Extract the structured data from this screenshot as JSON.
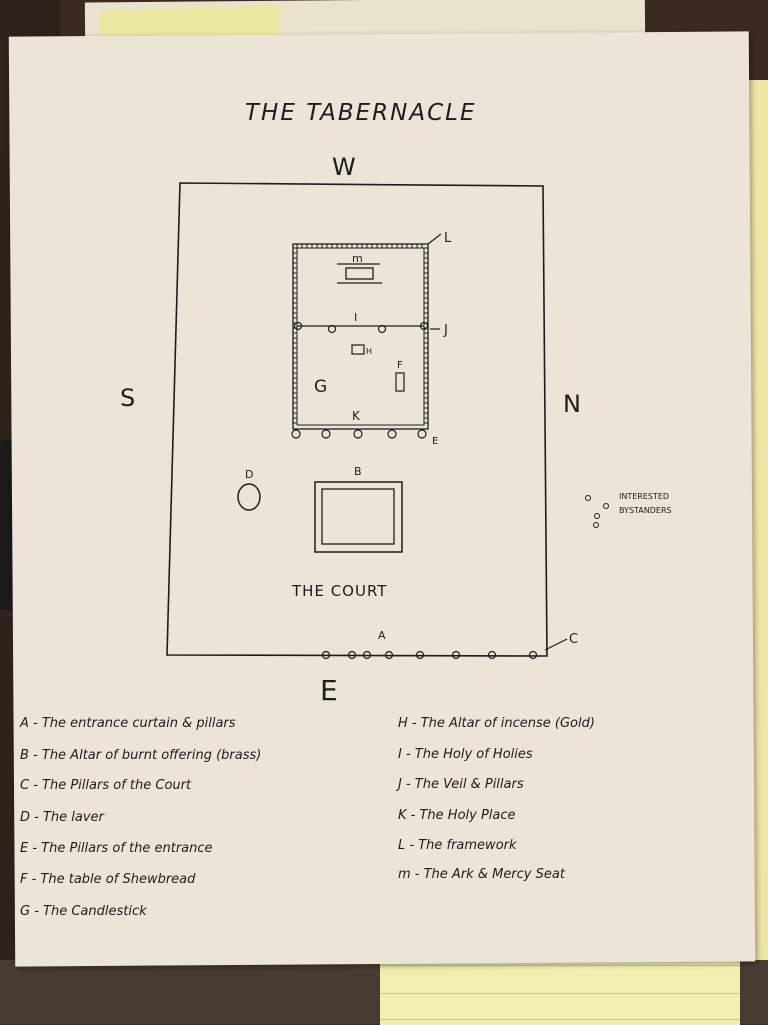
{
  "title": "THE TABERNACLE",
  "directions": {
    "west": "W",
    "south": "S",
    "north": "N",
    "east": "E"
  },
  "labels": {
    "m": "m",
    "L": "L",
    "I": "I",
    "J": "J",
    "H": "H",
    "F": "F",
    "G": "G",
    "K": "K",
    "E": "E",
    "D": "D",
    "B": "B",
    "A": "A",
    "C": "C",
    "court": "THE COURT",
    "bystanders_1": "INTERESTED",
    "bystanders_2": "BYSTANDERS"
  },
  "legend_left": [
    "A - The entrance curtain & pillars",
    "B - The Altar of burnt offering (brass)",
    "C - The Pillars of the Court",
    "D - The laver",
    "E - The Pillars of the entrance",
    "F - The table of Shewbread",
    "G - The Candlestick"
  ],
  "legend_right": [
    "H - The Altar of incense (Gold)",
    "I - The Holy of Holies",
    "J - The Veil & Pillars",
    "K - The Holy Place",
    "L - The framework",
    "m - The Ark & Mercy Seat"
  ],
  "colors": {
    "paper": "#ece4d6",
    "ink": "#1d1d1d",
    "legal_pad": "#f3eeb0"
  }
}
